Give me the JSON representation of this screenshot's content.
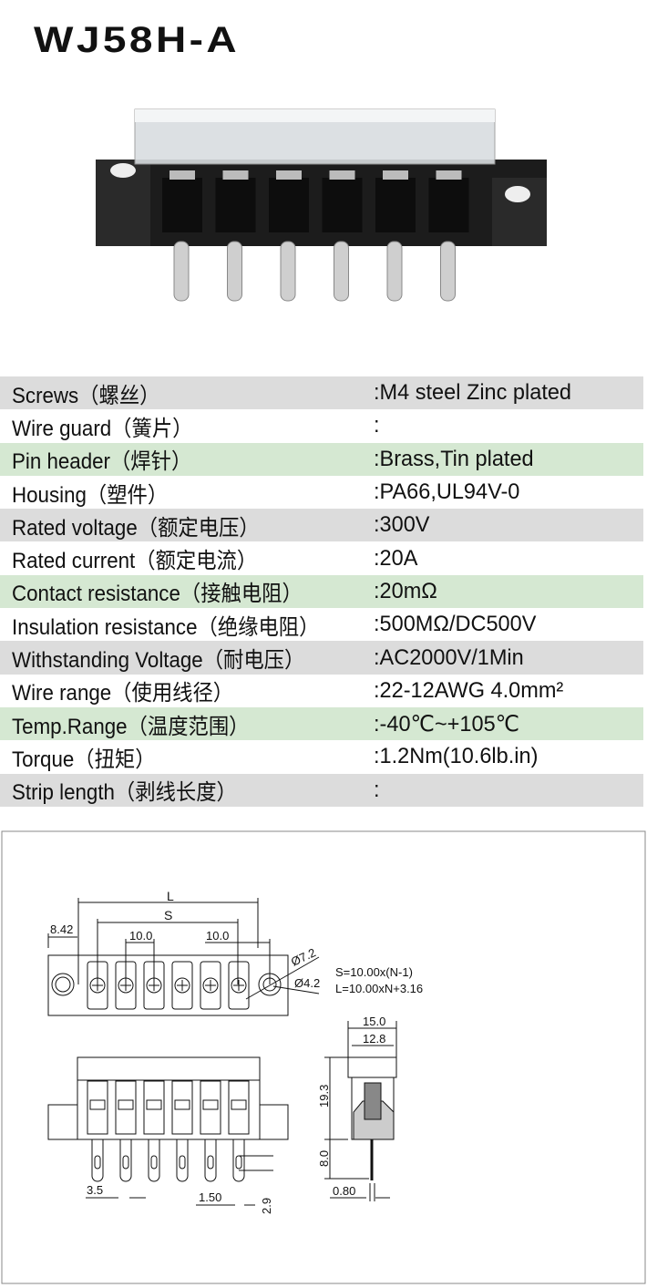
{
  "title": "WJ58H-A",
  "specs": [
    {
      "label": "Screws（螺丝）",
      "value": ":M4 steel Zinc plated"
    },
    {
      "label": "Wire guard（簧片）",
      "value": ":"
    },
    {
      "label": "Pin header（焊针）",
      "value": ":Brass,Tin plated"
    },
    {
      "label": "Housing（塑件）",
      "value": ":PA66,UL94V-0"
    },
    {
      "label": "Rated voltage（额定电压）",
      "value": ":300V"
    },
    {
      "label": "Rated current（额定电流）",
      "value": ":20A"
    },
    {
      "label": "Contact resistance（接触电阻）",
      "value": ":20mΩ"
    },
    {
      "label": "Insulation resistance（绝缘电阻）",
      "value": ":500MΩ/DC500V"
    },
    {
      "label": "Withstanding Voltage（耐电压）",
      "value": ":AC2000V/1Min"
    },
    {
      "label": "Wire range（使用线径）",
      "value": ":22-12AWG 4.0mm²"
    },
    {
      "label": "Temp.Range（温度范围）",
      "value": ":-40℃~+105℃"
    },
    {
      "label": "Torque（扭矩）",
      "value": ":1.2Nm(10.6lb.in)"
    },
    {
      "label": "Strip length（剥线长度）",
      "value": ":"
    }
  ],
  "drawing": {
    "L": "L",
    "S": "S",
    "d842": "8.42",
    "pitch1": "10.0",
    "pitch2": "10.0",
    "dia72": "Ø7.2",
    "dia42": "Ø4.2",
    "formula_s": "S=10.00x(N-1)",
    "formula_l": "L=10.00xN+3.16",
    "w150": "15.0",
    "w128": "12.8",
    "h193": "19.3",
    "h80": "8.0",
    "t080": "0.80",
    "p35": "3.5",
    "p150": "1.50",
    "p29": "2.9"
  }
}
